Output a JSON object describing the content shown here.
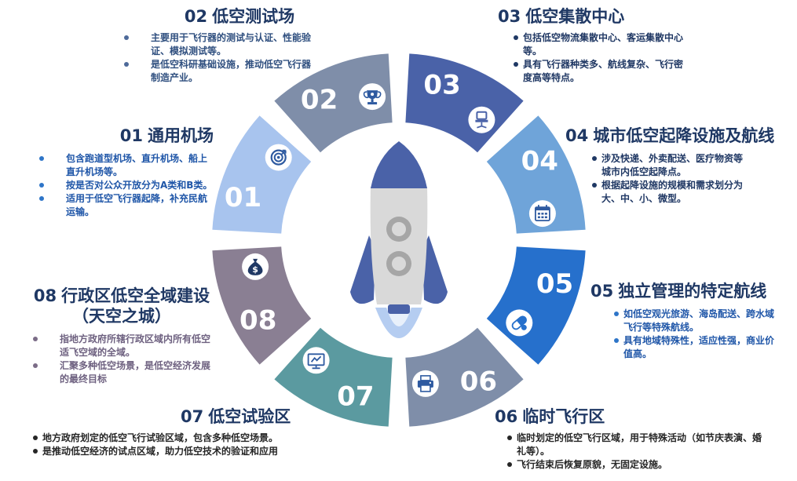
{
  "colors": {
    "seg01": "#a8c4ee",
    "seg02": "#7f8ea9",
    "seg03": "#4a62a8",
    "seg04": "#6fa4d9",
    "seg05": "#2670cc",
    "seg06": "#7f8ea9",
    "seg07": "#5b9aa0",
    "seg08": "#8a7f93",
    "rocket_body": "#d9d9d9",
    "rocket_fin": "#4a62a8",
    "flame": "#a8c4ee"
  },
  "segments": [
    {
      "num": "01",
      "icon": "target-icon",
      "title_num": "01",
      "title": "通用机场",
      "bullets": [
        "包含跑道型机场、直升机场、船上直升机场等。",
        "按是否对公众开放分为A类和B类。",
        "适用于低空飞行器起降，补充民航运输。"
      ]
    },
    {
      "num": "02",
      "icon": "trophy-icon",
      "title_num": "02",
      "title": "低空测试场",
      "bullets": [
        "主要用于飞行器的测试与认证、性能验证、模拟测试等。",
        "是低空科研基础设施，推动低空飞行器制造产业。"
      ]
    },
    {
      "num": "03",
      "icon": "chair-icon",
      "title_num": "03",
      "title": "低空集散中心",
      "bullets": [
        "包括低空物流集散中心、客运集散中心等。",
        "具有飞行器种类多、航线复杂、飞行密度高等特点。"
      ]
    },
    {
      "num": "04",
      "icon": "calendar-icon",
      "title_num": "04",
      "title": "城市低空起降设施及航线",
      "bullets": [
        "涉及快递、外卖配送、医疗物资等城市内低空起降点。",
        "根据起降设施的规模和需求划分为大、中、小、微型。"
      ]
    },
    {
      "num": "05",
      "icon": "pill-icon",
      "title_num": "05",
      "title": "独立管理的特定航线",
      "bullets": [
        "如低空观光旅游、海岛配送、跨水域飞行等特殊航线。",
        "具有地域特殊性，适应性强，商业价值高。"
      ]
    },
    {
      "num": "06",
      "icon": "printer-icon",
      "title_num": "06",
      "title": "临时飞行区",
      "bullets": [
        "临时划定的低空飞行区域，用于特殊活动（如节庆表演、婚礼等）。",
        "飞行结束后恢复原貌，无固定设施。"
      ]
    },
    {
      "num": "07",
      "icon": "monitor-chart-icon",
      "title_num": "07",
      "title": "低空试验区",
      "bullets": [
        "地方政府划定的低空飞行试验区域，包含多种低空场景。",
        "是推动低空经济的试点区域，助力低空技术的验证和应用"
      ]
    },
    {
      "num": "08",
      "icon": "money-bag-icon",
      "title_num": "08",
      "title": "行政区低空全域建设",
      "title_line2": "（天空之城）",
      "bullets": [
        "指地方政府所辖行政区域内所有低空适飞空域的全域。",
        "汇聚多种低空场景，是低空经济发展的最终目标"
      ]
    }
  ]
}
